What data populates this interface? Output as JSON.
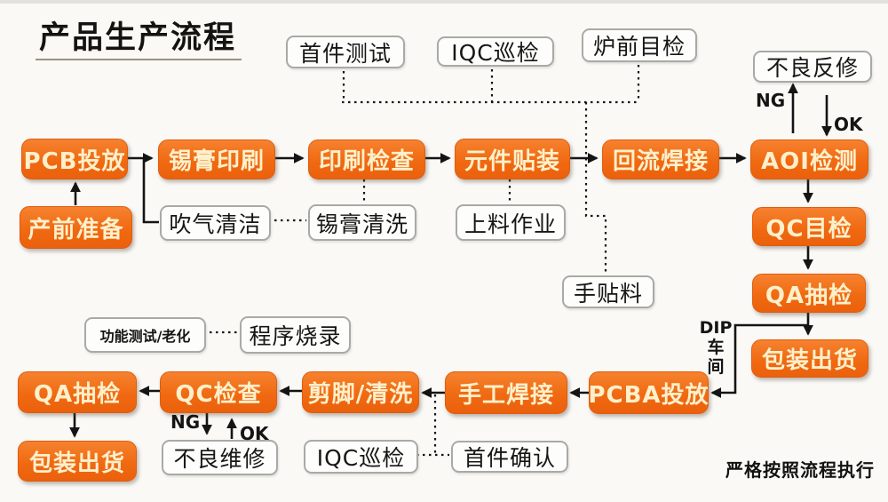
{
  "title": "产品生产流程",
  "footer_note": "严格按照流程执行",
  "colors": {
    "node_orange": "#f06a12",
    "node_text_cream": "#fdf0cb",
    "line_black": "#141414",
    "background": "#faf9f6"
  },
  "nodes": {
    "pcb_feed": "PCB投放",
    "pre_production": "产前准备",
    "solder_paste_print": "锡膏印刷",
    "print_inspect": "印刷检查",
    "component_place": "元件贴装",
    "reflow_solder": "回流焊接",
    "aoi_inspect": "AOI检测",
    "qc_visual": "QC目检",
    "qa_sample_right": "QA抽检",
    "packing_right": "包装出货",
    "qa_sample_bottom": "QA抽检",
    "qc_check": "QC检查",
    "trim_clean": "剪脚/清洗",
    "hand_solder": "手工焊接",
    "pcba_feed": "PCBA投放",
    "packing_bottom": "包装出货"
  },
  "notes": {
    "first_article_test": "首件测试",
    "iqc_patrol_top": "IQC巡检",
    "pre_oven_visual": "炉前目检",
    "defect_rework": "不良反修",
    "air_blow_clean": "吹气清洁",
    "paste_clean": "锡膏清洗",
    "loading_work": "上料作业",
    "hand_place": "手贴料",
    "function_test_aging": "功能测试/老化",
    "program_burn": "程序烧录",
    "defect_repair": "不良维修",
    "iqc_patrol_bottom": "IQC巡检",
    "first_article_confirm": "首件确认"
  },
  "labels": {
    "ng_top": "NG",
    "ok_top": "OK",
    "ng_bottom": "NG",
    "ok_bottom": "OK",
    "dip_line1": "DIP",
    "dip_line2": "车",
    "dip_line3": "间"
  }
}
